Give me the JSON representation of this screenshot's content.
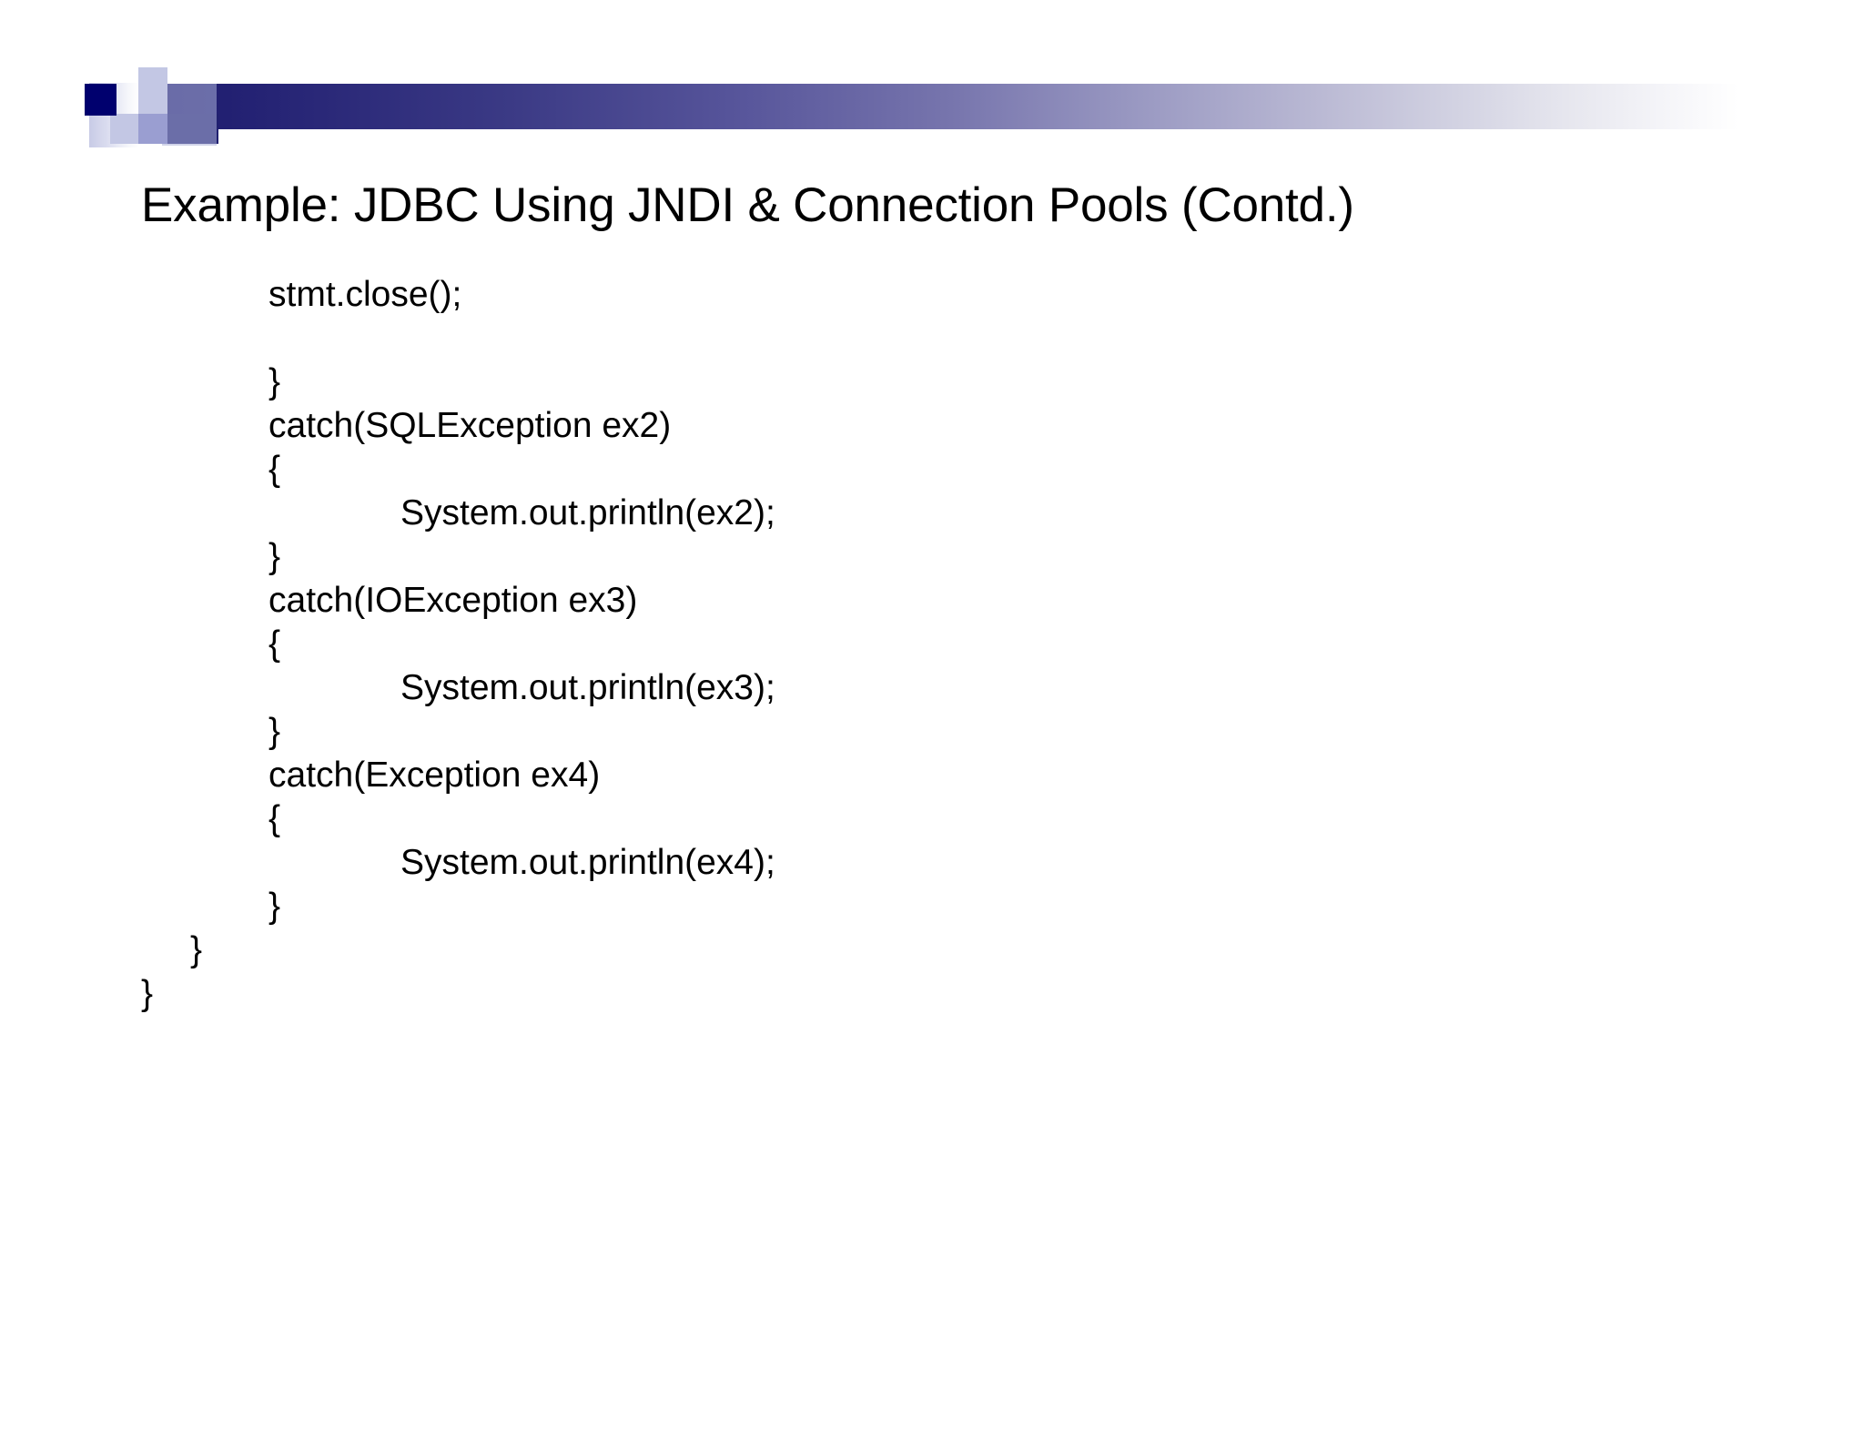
{
  "slide": {
    "title": "Example: JDBC Using JNDI & Connection Pools (Contd.)",
    "background_color": "#ffffff",
    "text_color": "#000000"
  },
  "decoration": {
    "name": "powerpoint-header-banner",
    "bar_gradient_from": "#1d1b6e",
    "bar_gradient_to": "#ffffff",
    "navy_square_color": "#00006e",
    "light_square_color": "#c3c7e4",
    "mid_square_color": "#9a9ed1"
  },
  "code": {
    "language": "java",
    "lines": [
      {
        "indent": 2,
        "text": "stmt.close();"
      },
      {
        "indent": 0,
        "text": ""
      },
      {
        "indent": 2,
        "text": "}"
      },
      {
        "indent": 2,
        "text": "catch(SQLException ex2)"
      },
      {
        "indent": 2,
        "text": "{"
      },
      {
        "indent": 3,
        "text": "System.out.println(ex2);"
      },
      {
        "indent": 2,
        "text": "}"
      },
      {
        "indent": 2,
        "text": "catch(IOException ex3)"
      },
      {
        "indent": 2,
        "text": "{"
      },
      {
        "indent": 3,
        "text": "System.out.println(ex3);"
      },
      {
        "indent": 2,
        "text": "}"
      },
      {
        "indent": 2,
        "text": "catch(Exception ex4)"
      },
      {
        "indent": 2,
        "text": "{"
      },
      {
        "indent": 3,
        "text": "System.out.println(ex4);"
      },
      {
        "indent": 2,
        "text": "}"
      },
      {
        "indent": 1,
        "text": "}"
      },
      {
        "indent": 0,
        "text": "}"
      }
    ]
  }
}
